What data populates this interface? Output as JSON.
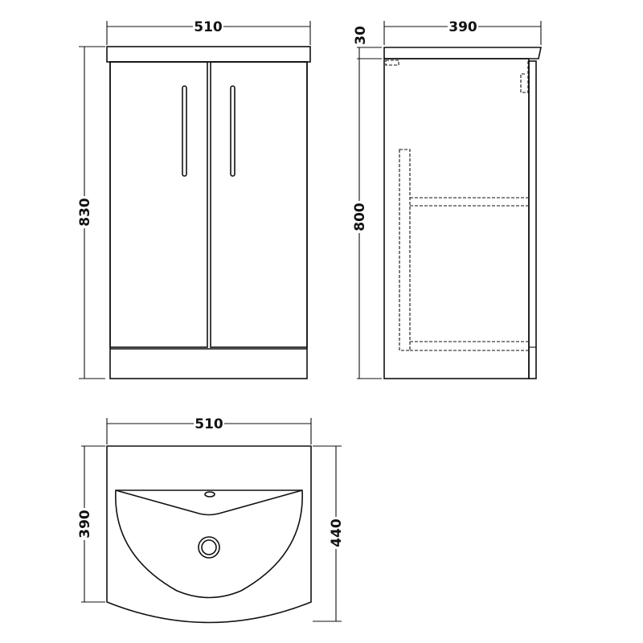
{
  "front_view": {
    "width_label": "510",
    "height_label": "830"
  },
  "side_view": {
    "depth_label": "390",
    "worktop_label": "30",
    "height_label": "800"
  },
  "top_view": {
    "width_label": "510",
    "depth_label": "390",
    "overall_depth_label": "440"
  },
  "colors": {
    "line": "#111111",
    "background": "#ffffff"
  }
}
